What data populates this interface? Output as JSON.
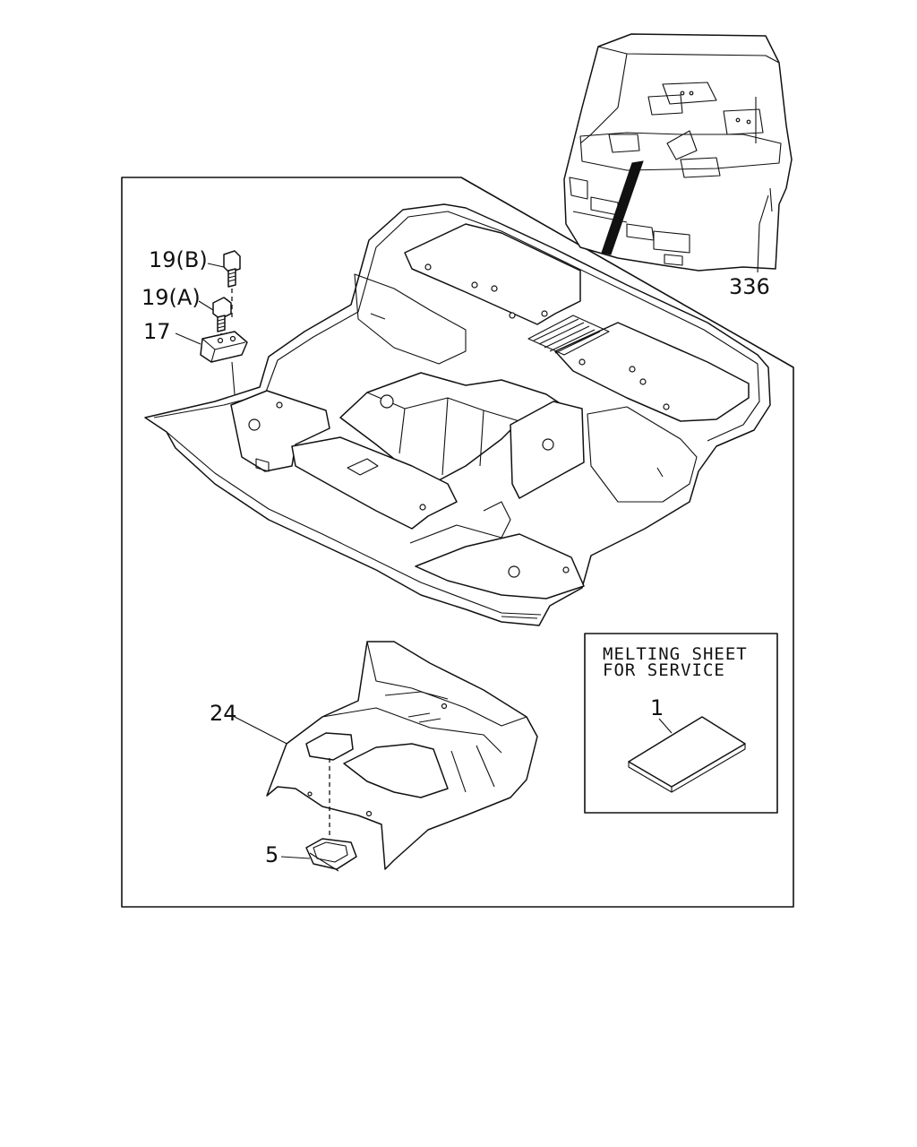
{
  "callouts": {
    "label_336": "336",
    "label_19b": "19(B)",
    "label_19a": "19(A)",
    "label_17": "17",
    "label_24": "24",
    "label_5": "5",
    "label_1": "1"
  },
  "service_box": {
    "line1": "MELTING SHEET",
    "line2": "FOR SERVICE"
  }
}
